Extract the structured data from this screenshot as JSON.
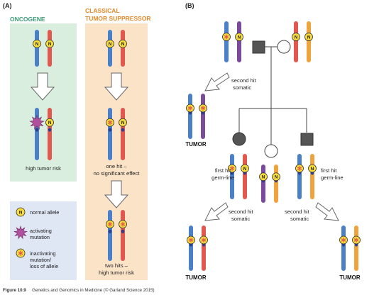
{
  "panels": {
    "a_label": "(A)",
    "b_label": "(B)"
  },
  "oncogene": {
    "header": "ONCOGENE",
    "risk_label": "high tumor risk"
  },
  "suppressor": {
    "header_line1": "CLASSICAL",
    "header_line2": "TUMOR SUPPRESSOR",
    "one_hit_line1": "one hit –",
    "one_hit_line2": "no significant effect",
    "two_hits_line1": "two hits –",
    "two_hits_line2": "high tumor risk"
  },
  "legend": {
    "normal": "normal allele",
    "activating_line1": "activating",
    "activating_line2": "mutation",
    "inactivating_line1": "inactivating",
    "inactivating_line2": "mutation/",
    "inactivating_line3": "loss of allele"
  },
  "allele_symbol": "N",
  "pedigree": {
    "second_hit_line1": "second hit",
    "second_hit_line2": "somatic",
    "first_hit_line1": "first hit",
    "first_hit_line2": "germ-line",
    "tumor_label": "TUMOR"
  },
  "caption": {
    "prefix": "Figure 10.9",
    "text": "Genetics and Genomics in Medicine (© Garland Science 2015)"
  },
  "colors": {
    "green_bg": "#d9eedf",
    "orange_bg": "#fbe3c8",
    "legend_bg": "#dfe7f5",
    "chrom_blue": "#4a7fc9",
    "chrom_red": "#e2584f",
    "chrom_purple": "#7a4b9c",
    "chrom_orange": "#f0a33c",
    "allele_yellow": "#f7dc3a",
    "activating": "#b2509e",
    "affected": "#555555"
  }
}
